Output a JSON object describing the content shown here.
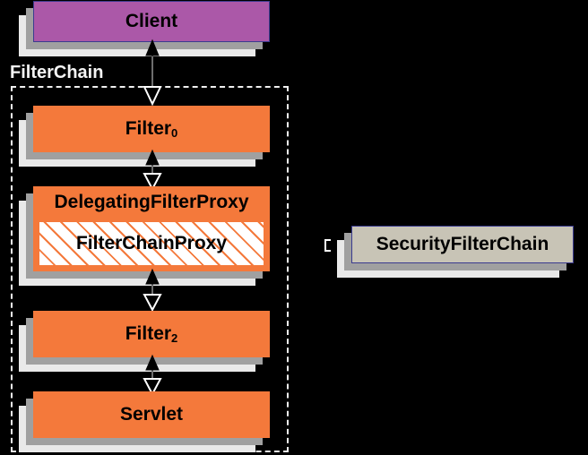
{
  "diagram": {
    "title": "Spring Security FilterChain / DelegatingFilterProxy diagram",
    "background": "#000000",
    "colors": {
      "client_fill": "#ab58a8",
      "filter_fill": "#f4793b",
      "security_fill": "#c8c4b6",
      "border_navy": "#3b3b8f",
      "shadow_dark": "#a0a0a0",
      "shadow_light": "#e9e9e9",
      "dashed_border": "#f0f0f0",
      "hatch_stroke": "#f4793b",
      "hatch_background": "#ffffff"
    }
  },
  "container": {
    "label": "FilterChain"
  },
  "nodes": {
    "client": {
      "label": "Client"
    },
    "filter0": {
      "label": "Filter",
      "subscript": "0"
    },
    "delegating_filter_proxy": {
      "label": "DelegatingFilterProxy",
      "inner_label": "FilterChainProxy"
    },
    "filter2": {
      "label": "Filter",
      "subscript": "2"
    },
    "servlet": {
      "label": "Servlet"
    },
    "security_filter_chain": {
      "label": "SecurityFilterChain"
    }
  },
  "connectors": [
    {
      "name": "client-filter0",
      "from": "Client",
      "to": "Filter0",
      "style": "solid",
      "head_up": "filled",
      "head_down": "hollow"
    },
    {
      "name": "filter0-delegating",
      "from": "Filter0",
      "to": "DelegatingFilterProxy",
      "style": "solid",
      "head_up": "filled",
      "head_down": "hollow"
    },
    {
      "name": "delegating-filter2",
      "from": "DelegatingFilterProxy",
      "to": "Filter2",
      "style": "solid",
      "head_up": "filled",
      "head_down": "hollow"
    },
    {
      "name": "filter2-servlet",
      "from": "Filter2",
      "to": "Servlet",
      "style": "solid",
      "head_up": "filled",
      "head_down": "hollow"
    },
    {
      "name": "proxy-securityfilterchain",
      "from": "FilterChainProxy",
      "to": "SecurityFilterChain",
      "style": "dashed",
      "head": "filled-open"
    }
  ]
}
